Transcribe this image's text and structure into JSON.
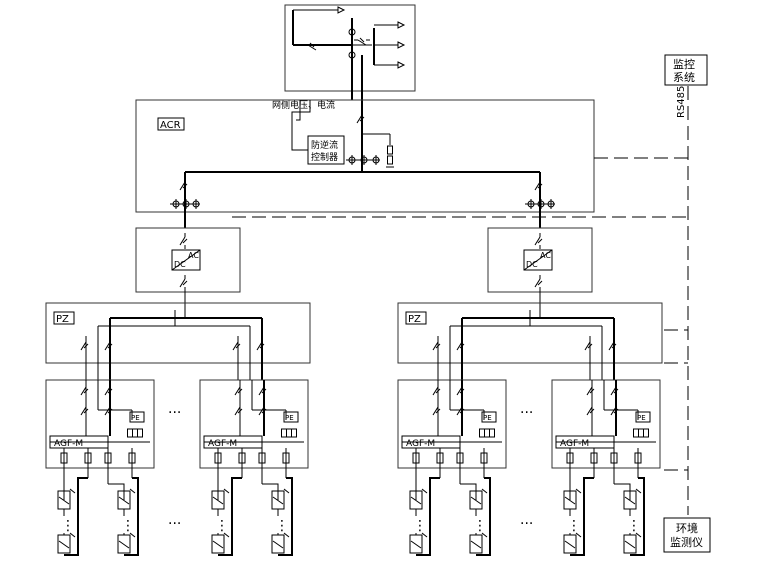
{
  "labels": {
    "acr": "ACR",
    "grid_sensing": "网侧电压、电流",
    "anti_backflow_line1": "防逆流",
    "anti_backflow_line2": "控制器",
    "monitor_line1": "监控",
    "monitor_line2": "系统",
    "rs485": "RS485",
    "env_line1": "环境",
    "env_line2": "监测仪",
    "inverter_dc": "DC",
    "inverter_ac": "AC",
    "pz": "PZ",
    "agf": "AGF-M",
    "pe": "PE",
    "ellipsis_h": "···",
    "ellipsis_v": "⋮"
  },
  "colors": {
    "line": "#000000",
    "background": "#ffffff"
  }
}
